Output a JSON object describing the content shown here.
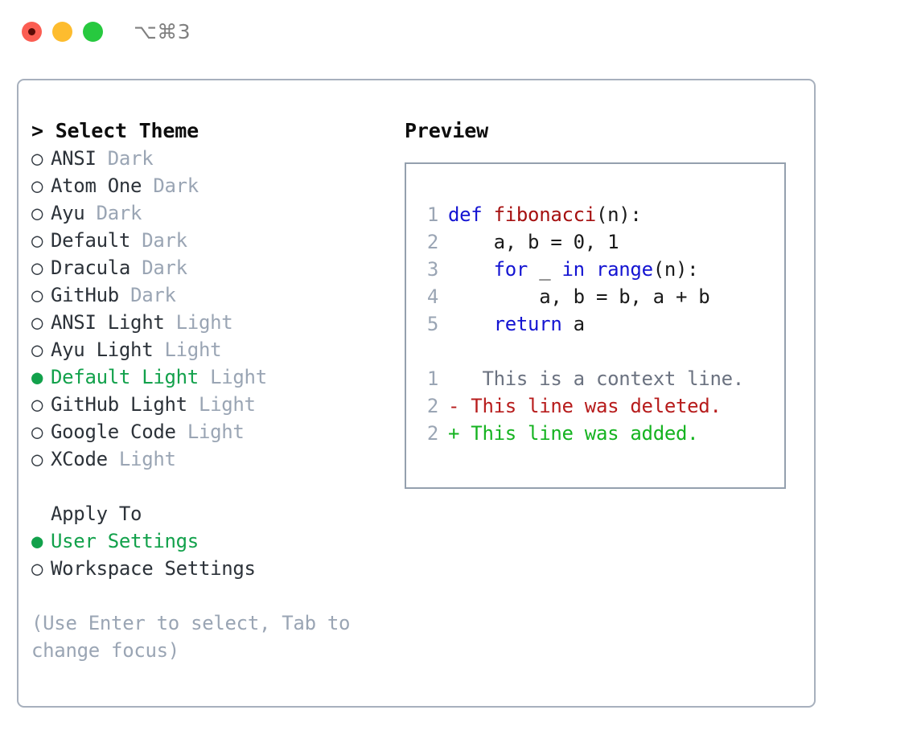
{
  "titlebar": {
    "shortcut": "⌥⌘3",
    "buttons": [
      {
        "name": "close",
        "color": "#fb5d52"
      },
      {
        "name": "minimize",
        "color": "#fdbc2e"
      },
      {
        "name": "zoom",
        "color": "#27c93f"
      }
    ]
  },
  "theme_picker": {
    "header": "> Select Theme",
    "selected_marker": "●",
    "unselected_marker": "○",
    "accent_color": "#12a14b",
    "muted_color": "#9aa5b4",
    "items": [
      {
        "marker": "○",
        "name": "ANSI",
        "category": "Dark",
        "selected": false
      },
      {
        "marker": "○",
        "name": "Atom One",
        "category": "Dark",
        "selected": false
      },
      {
        "marker": "○",
        "name": "Ayu",
        "category": "Dark",
        "selected": false
      },
      {
        "marker": "○",
        "name": "Default",
        "category": "Dark",
        "selected": false
      },
      {
        "marker": "○",
        "name": "Dracula",
        "category": "Dark",
        "selected": false
      },
      {
        "marker": "○",
        "name": "GitHub",
        "category": "Dark",
        "selected": false
      },
      {
        "marker": "○",
        "name": "ANSI Light",
        "category": "Light",
        "selected": false
      },
      {
        "marker": "○",
        "name": "Ayu Light",
        "category": "Light",
        "selected": false
      },
      {
        "marker": "●",
        "name": "Default Light",
        "category": "Light",
        "selected": true
      },
      {
        "marker": "○",
        "name": "GitHub Light",
        "category": "Light",
        "selected": false
      },
      {
        "marker": "○",
        "name": "Google Code",
        "category": "Light",
        "selected": false
      },
      {
        "marker": "○",
        "name": "XCode",
        "category": "Light",
        "selected": false
      }
    ]
  },
  "apply_to": {
    "label": "Apply To",
    "options": [
      {
        "marker": "●",
        "label": "User Settings",
        "selected": true
      },
      {
        "marker": "○",
        "label": "Workspace Settings",
        "selected": false
      }
    ]
  },
  "hint": "(Use Enter to select, Tab to change focus)",
  "preview": {
    "title": "Preview",
    "code_lines": [
      {
        "number": "1",
        "tokens": [
          {
            "text": "def ",
            "type": "keyword"
          },
          {
            "text": "fibonacci",
            "type": "function"
          },
          {
            "text": "(n):",
            "type": "plain"
          }
        ]
      },
      {
        "number": "2",
        "tokens": [
          {
            "text": "    a, b = 0, 1",
            "type": "plain"
          }
        ]
      },
      {
        "number": "3",
        "tokens": [
          {
            "text": "    ",
            "type": "plain"
          },
          {
            "text": "for",
            "type": "keyword"
          },
          {
            "text": " _ ",
            "type": "plain"
          },
          {
            "text": "in",
            "type": "keyword"
          },
          {
            "text": " ",
            "type": "plain"
          },
          {
            "text": "range",
            "type": "builtin"
          },
          {
            "text": "(n):",
            "type": "plain"
          }
        ]
      },
      {
        "number": "4",
        "tokens": [
          {
            "text": "        a, b = b, a + b",
            "type": "plain"
          }
        ]
      },
      {
        "number": "5",
        "tokens": [
          {
            "text": "    ",
            "type": "plain"
          },
          {
            "text": "return",
            "type": "keyword"
          },
          {
            "text": " a",
            "type": "plain"
          }
        ]
      }
    ],
    "diff_lines": [
      {
        "number": "1",
        "marker": " ",
        "text": "  This is a context line.",
        "kind": "context"
      },
      {
        "number": "2",
        "marker": "-",
        "text": " This line was deleted.",
        "kind": "deleted"
      },
      {
        "number": "2",
        "marker": "+",
        "text": " This line was added.",
        "kind": "added"
      }
    ]
  }
}
